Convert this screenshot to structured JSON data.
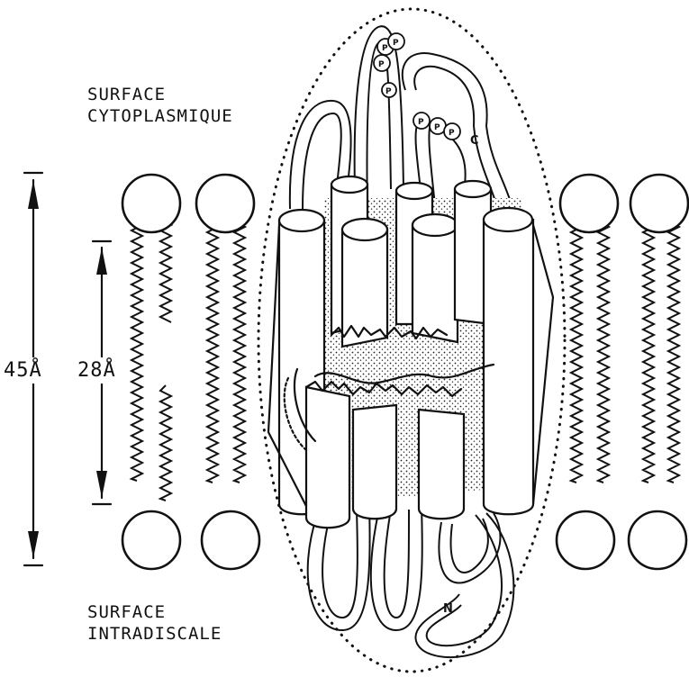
{
  "labels": {
    "cytoplasmic_line1": "SURFACE",
    "cytoplasmic_line2": "CYTOPLASMIQUE",
    "intradiscal_line1": "SURFACE",
    "intradiscal_line2": "INTRADISCALE",
    "membrane_thickness_total": "45Å",
    "membrane_thickness_core": "28Å"
  },
  "termini": {
    "c_terminus": "C",
    "n_terminus": "N"
  },
  "phosphate_mark": "P"
}
